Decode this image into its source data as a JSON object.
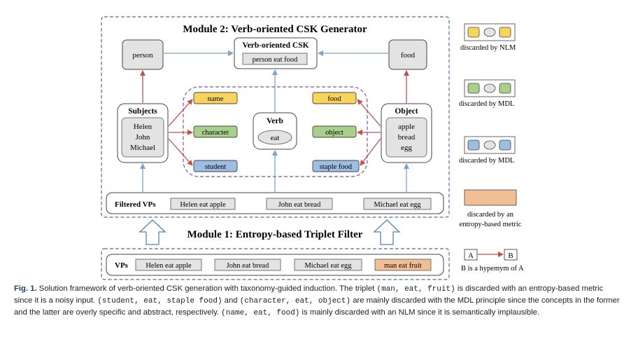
{
  "figure": {
    "module2_title": "Module 2: Verb-oriented CSK Generator",
    "module1_title": "Module 1: Entropy-based Triplet Filter",
    "csk": {
      "title": "Verb-oriented CSK",
      "example": "person eat food"
    },
    "top_subject": "person",
    "top_object": "food",
    "subjects": {
      "title": "Subjects",
      "items": [
        "Helen",
        "John",
        "Michael"
      ]
    },
    "verb": {
      "title": "Verb",
      "value": "eat"
    },
    "object": {
      "title": "Object",
      "items": [
        "apple",
        "bread",
        "egg"
      ]
    },
    "subject_concepts": [
      "name",
      "character",
      "student"
    ],
    "object_concepts": [
      "food",
      "object",
      "staple food"
    ],
    "filtered_vps": {
      "label": "Filtered VPs",
      "items": [
        "Helen eat apple",
        "John eat bread",
        "Michael eat egg"
      ]
    },
    "vps": {
      "label": "VPs",
      "items": [
        "Helen eat apple",
        "John eat bread",
        "Michael eat egg",
        "man eat fruit"
      ]
    }
  },
  "legend": {
    "nlm": "discarded by NLM",
    "mdl1": "discarded by MDL",
    "mdl2": "discarded by MDL",
    "entropy_line1": "discarded by an",
    "entropy_line2": "entropy-based metric",
    "node_a": "A",
    "node_b": "B",
    "hypernym": "B is a hypemym of A"
  },
  "colors": {
    "yellow": "#f7d55a",
    "green": "#a9cf8c",
    "blue": "#9dbde3",
    "orange": "#f2bf95",
    "gray": "#e3e3e3",
    "dashed_border": "#4a6ea1",
    "arrow_blue": "#7aa0cf",
    "arrow_red": "#c0504d"
  },
  "caption": {
    "label": "Fig. 1.",
    "p1": " Solution framework of verb-oriented CSK generation with taxonomy-guided induction. The triplet ",
    "t1": "(man, eat, fruit)",
    "p2": " is discarded with an entropy-based metric since it is a noisy input. ",
    "t2": "(student, eat, staple food)",
    "p3": " and ",
    "t3": "(character, eat, object)",
    "p4": " are mainly discarded with the MDL principle since the concepts in the former and the latter are overly specific and abstract, respectively. ",
    "t4": "(name, eat, food)",
    "p5": " is mainly discarded with an NLM since it is semantically implausible."
  }
}
